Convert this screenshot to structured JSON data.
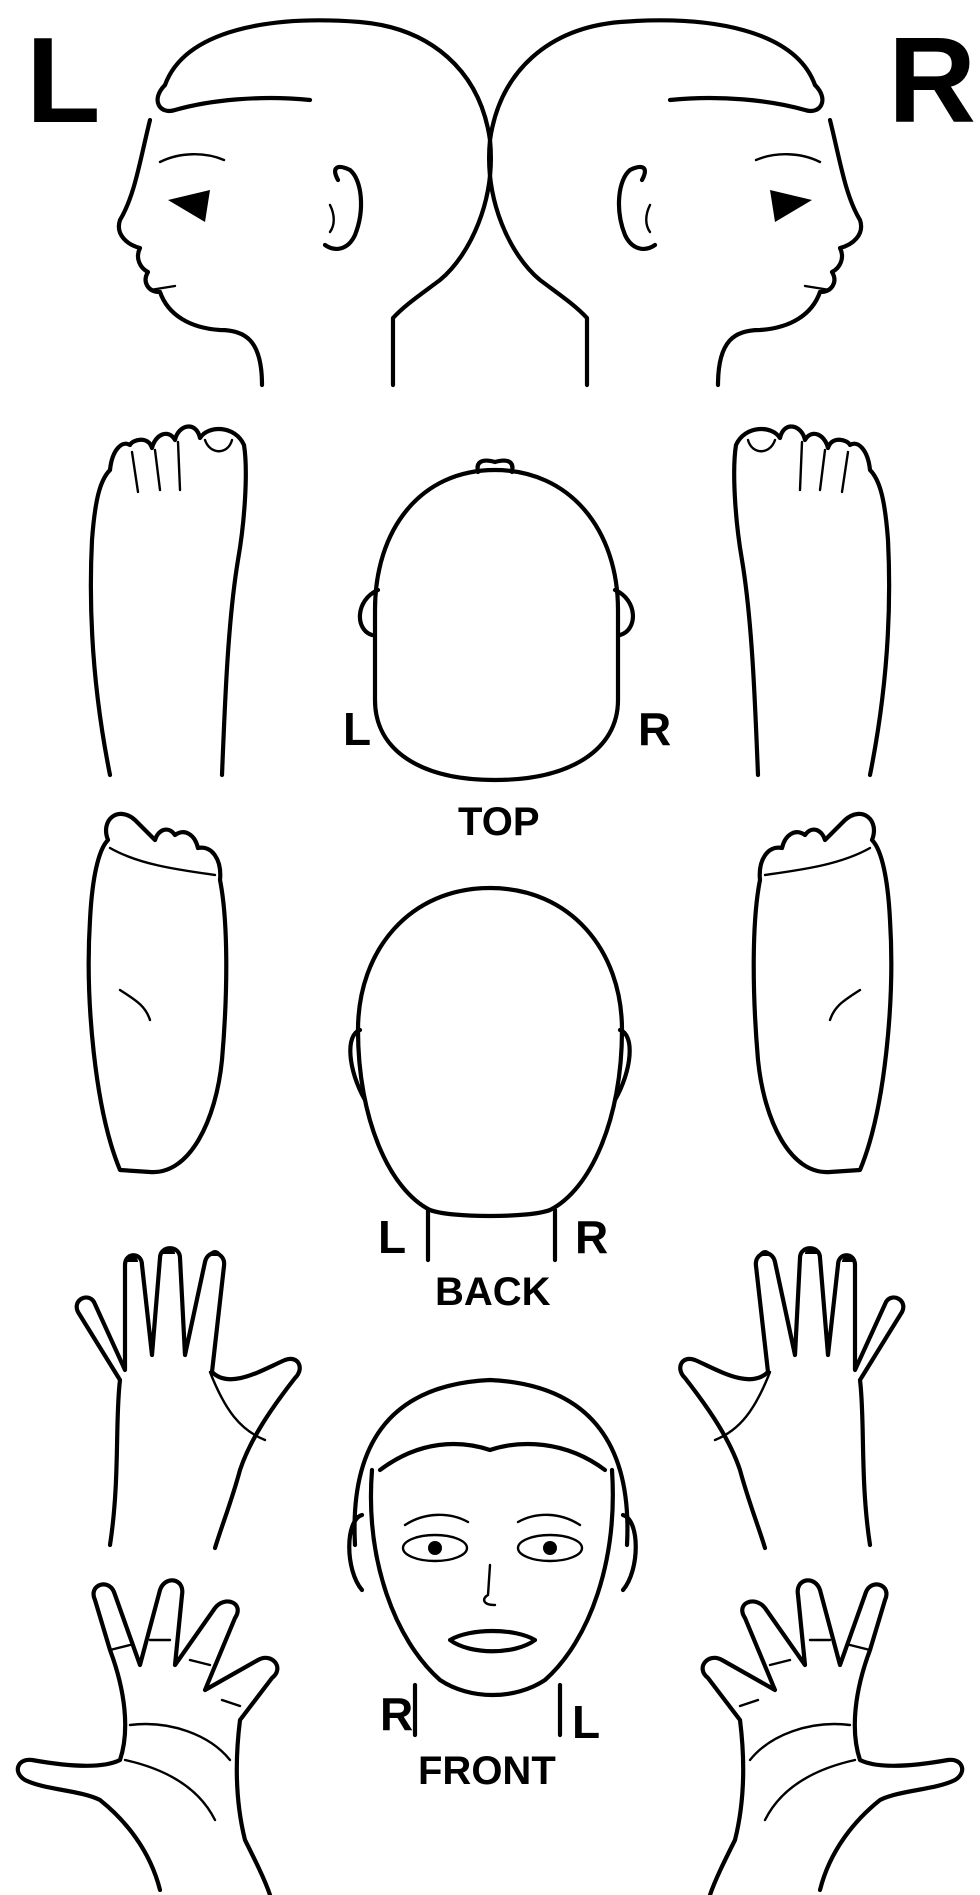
{
  "corner_labels": {
    "left": "L",
    "right": "R"
  },
  "top_view": {
    "caption": "TOP",
    "left": "L",
    "right": "R"
  },
  "back_view": {
    "caption": "BACK",
    "left": "L",
    "right": "R"
  },
  "front_view": {
    "caption": "FRONT",
    "left": "R",
    "right": "L"
  },
  "ink_color": "#000000",
  "paper_color": "#ffffff"
}
